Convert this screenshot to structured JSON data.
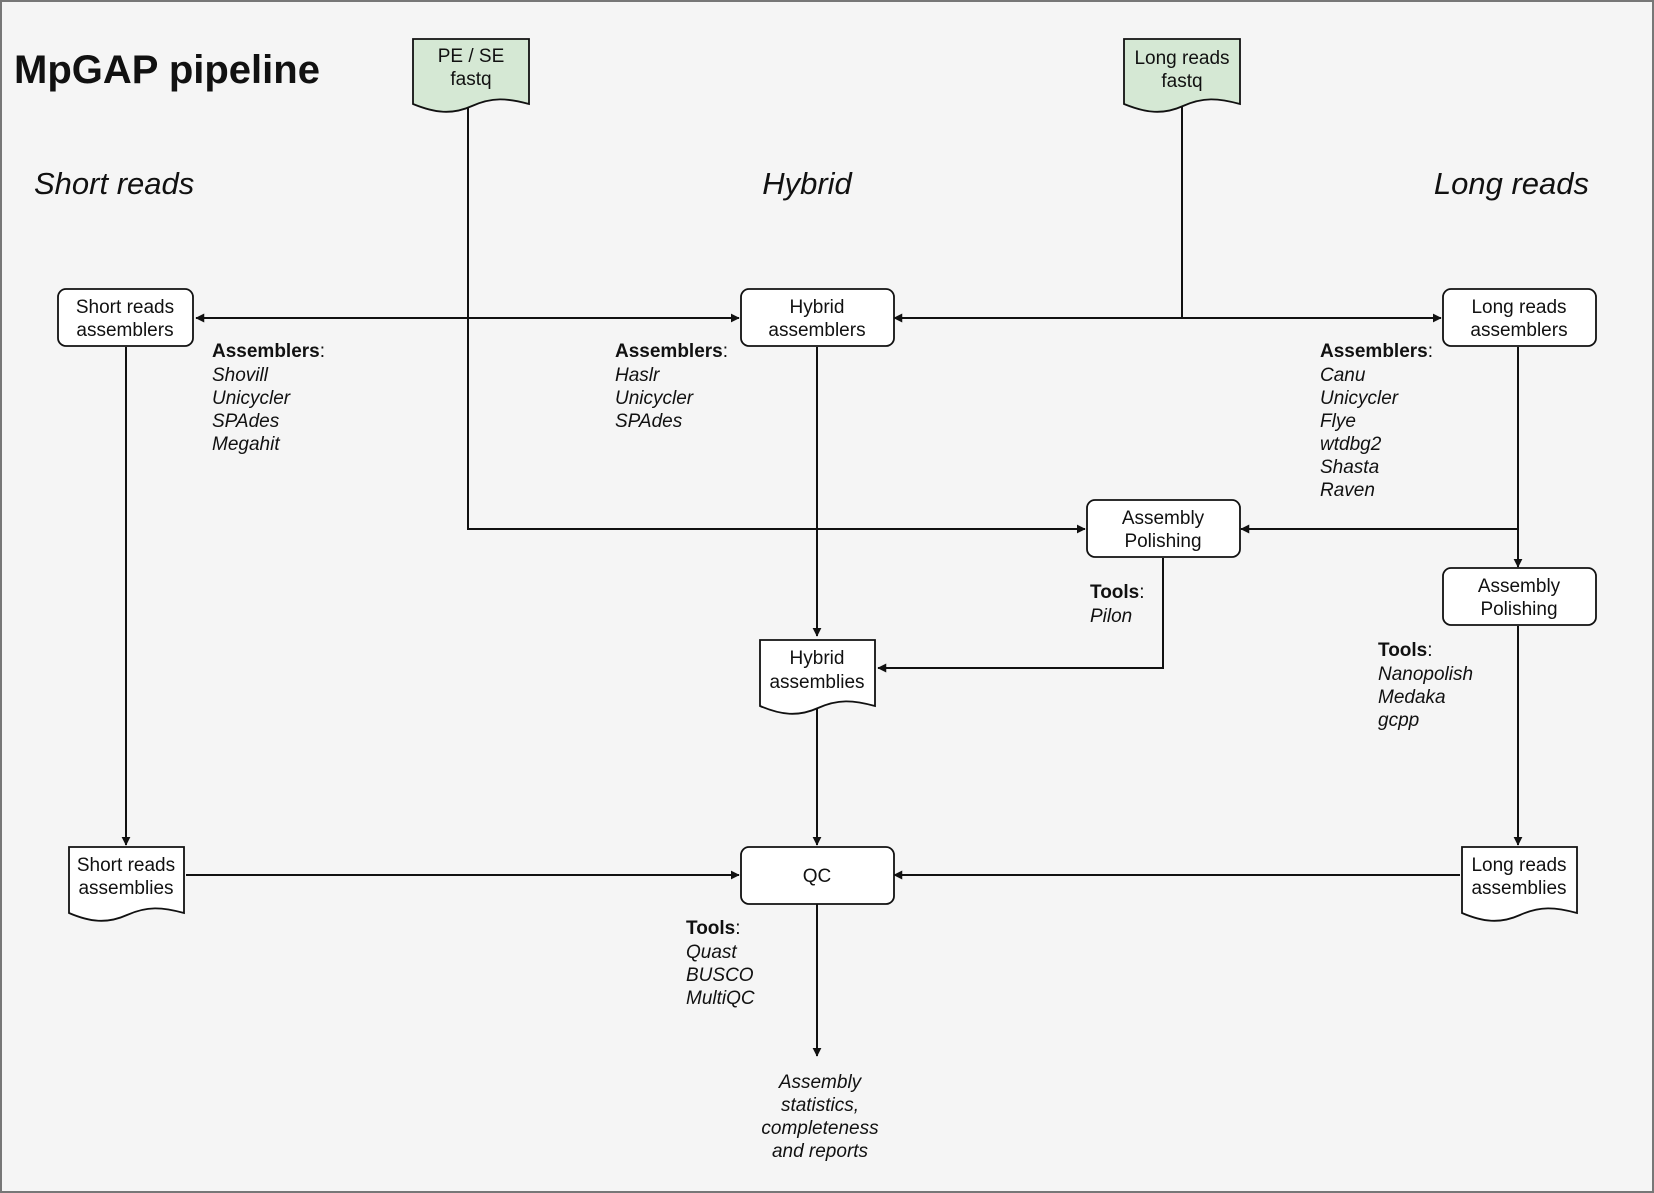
{
  "title": "MpGAP pipeline",
  "sections": {
    "short": "Short reads",
    "hybrid": "Hybrid",
    "long": "Long reads"
  },
  "inputs": {
    "pe_se": [
      "PE / SE",
      "fastq"
    ],
    "long_reads": [
      "Long reads",
      "fastq"
    ]
  },
  "nodes": {
    "short_assemblers": [
      "Short reads",
      "assemblers"
    ],
    "hybrid_assemblers": [
      "Hybrid",
      "assemblers"
    ],
    "long_assemblers": [
      "Long reads",
      "assemblers"
    ],
    "polish_hybrid": [
      "Assembly",
      "Polishing"
    ],
    "polish_long": [
      "Assembly",
      "Polishing"
    ],
    "hybrid_assemblies": [
      "Hybrid",
      "assemblies"
    ],
    "short_assemblies": [
      "Short reads",
      "assemblies"
    ],
    "qc": "QC",
    "long_assemblies": [
      "Long reads",
      "assemblies"
    ]
  },
  "annotations": {
    "short_assemblers": {
      "label": "Assemblers",
      "items": [
        "Shovill",
        "Unicycler",
        "SPAdes",
        "Megahit"
      ]
    },
    "hybrid_assemblers": {
      "label": "Assemblers",
      "items": [
        "Haslr",
        "Unicycler",
        "SPAdes"
      ]
    },
    "long_assemblers": {
      "label": "Assemblers",
      "items": [
        "Canu",
        "Unicycler",
        "Flye",
        "wtdbg2",
        "Shasta",
        "Raven"
      ]
    },
    "polish_hybrid": {
      "label": "Tools",
      "items": [
        "Pilon"
      ]
    },
    "polish_long": {
      "label": "Tools",
      "items": [
        "Nanopolish",
        "Medaka",
        "gcpp"
      ]
    },
    "qc": {
      "label": "Tools",
      "items": [
        "Quast",
        "BUSCO",
        "MultiQC"
      ]
    }
  },
  "output": [
    "Assembly",
    "statistics,",
    "completeness",
    "and reports"
  ]
}
